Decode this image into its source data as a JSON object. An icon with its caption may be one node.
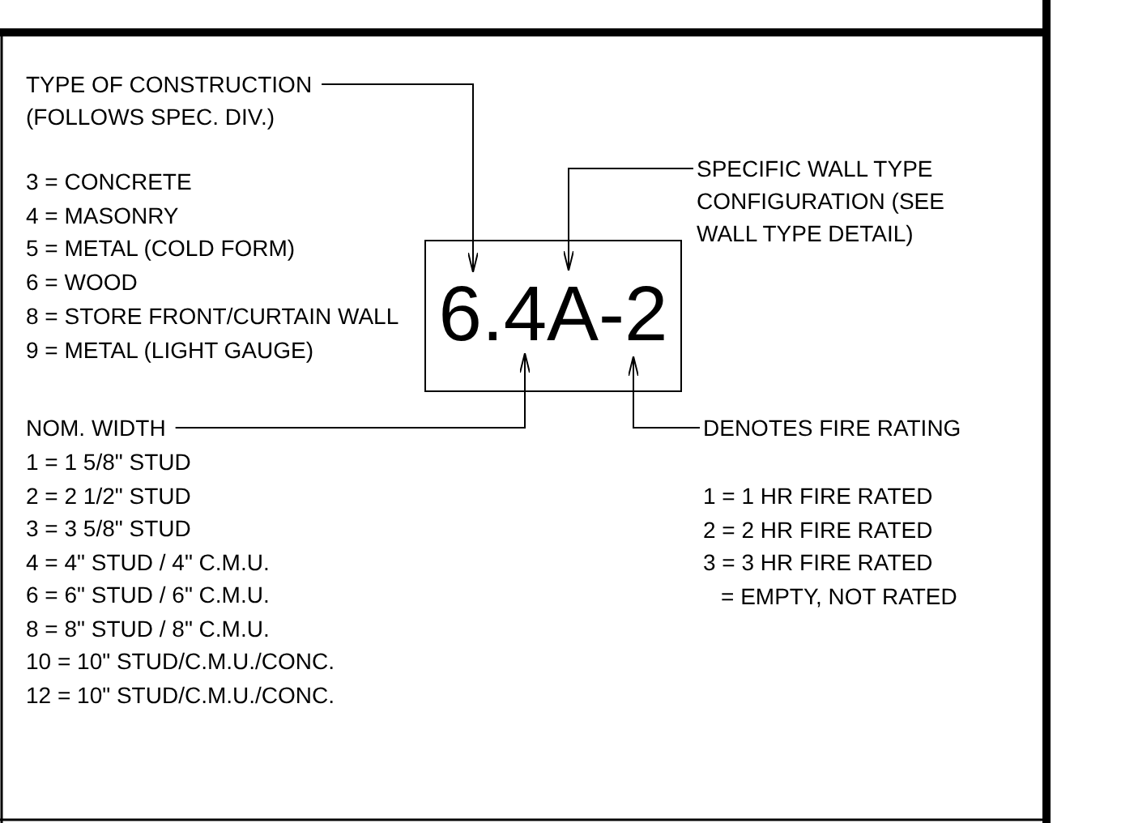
{
  "diagram": {
    "nodes": [
      {
        "text": [
          "TYPE OF CONSTRUCTION (FOLLOWS SPEC. DIV.)"
        ]
      },
      {
        "text": [
          "SPECIFIC WALL TYPE CONFIGURATION (SEE WALL TYPE DETAIL)"
        ]
      },
      {
        "text": [
          "6.4A-2"
        ]
      },
      {
        "text": [
          "NOM. WIDTH"
        ]
      },
      {
        "text": [
          "DENOTES FIRE RATING"
        ]
      }
    ],
    "edges": [
      {
        "from": 0,
        "to": 2,
        "arrow": "to"
      },
      {
        "from": 1,
        "to": 2,
        "arrow": "to"
      },
      {
        "from": 3,
        "to": 2,
        "arrow": "to"
      },
      {
        "from": 4,
        "to": 2,
        "arrow": "to"
      }
    ],
    "labels": [
      "3 = CONCRETE",
      "4 = MASONRY",
      "5 = METAL (COLD FORM)",
      "6 = WOOD",
      "8 = STORE FRONT/CURTAIN WALL",
      "9 = METAL (LIGHT GAUGE)",
      "1 = 1 5/8\" STUD",
      "2 = 2 1/2\" STUD",
      "3 = 3 5/8\" STUD",
      "4 = 4\" STUD / 4\" C.M.U.",
      "6 = 6\" STUD / 6\" C.M.U.",
      "8 = 8\" STUD / 8\" C.M.U.",
      "10 = 10\" STUD/C.M.U./CONC.",
      "12 = 10\" STUD/C.M.U./CONC.",
      "1 = 1 HR FIRE RATED",
      "2 = 2 HR FIRE RATED",
      "3 = 3 HR FIRE RATED",
      "= EMPTY, NOT RATED"
    ]
  }
}
